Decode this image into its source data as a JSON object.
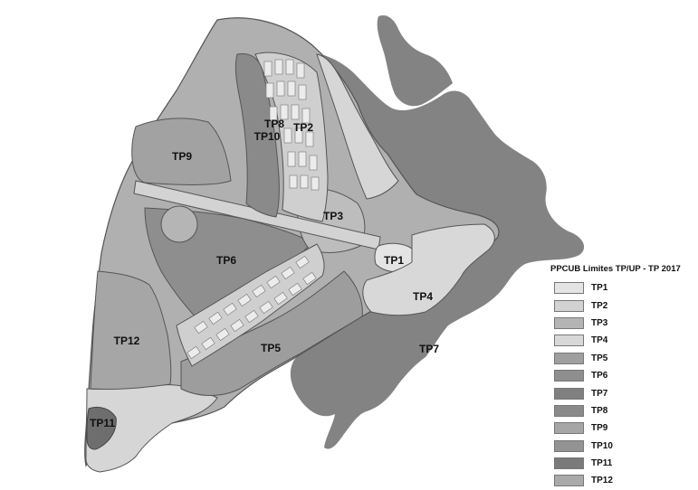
{
  "map_labels": {
    "tp1": "TP1",
    "tp2": "TP2",
    "tp3": "TP3",
    "tp4": "TP4",
    "tp5": "TP5",
    "tp6": "TP6",
    "tp7": "TP7",
    "tp8": "TP8",
    "tp9": "TP9",
    "tp10": "TP10",
    "tp11": "TP11",
    "tp12": "TP12"
  },
  "legend": {
    "title": "PPCUB Limites TP/UP - TP 2017",
    "items": [
      {
        "label": "TP1",
        "color": "#e4e4e4"
      },
      {
        "label": "TP2",
        "color": "#d2d2d2"
      },
      {
        "label": "TP3",
        "color": "#b4b4b4"
      },
      {
        "label": "TP4",
        "color": "#d8d8d8"
      },
      {
        "label": "TP5",
        "color": "#9f9f9f"
      },
      {
        "label": "TP6",
        "color": "#8e8e8e"
      },
      {
        "label": "TP7",
        "color": "#808080"
      },
      {
        "label": "TP8",
        "color": "#8a8a8a"
      },
      {
        "label": "TP9",
        "color": "#a6a6a6"
      },
      {
        "label": "TP10",
        "color": "#939393"
      },
      {
        "label": "TP11",
        "color": "#7a7a7a"
      },
      {
        "label": "TP12",
        "color": "#aaaaaa"
      }
    ]
  }
}
